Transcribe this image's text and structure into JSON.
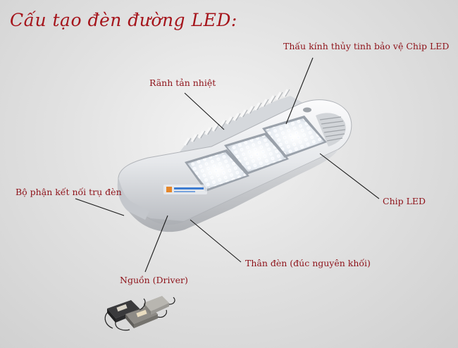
{
  "title": "Cấu tạo đèn đường LED:",
  "labels": {
    "lens": "Thấu kính thủy tinh bảo vệ Chip LED",
    "heat_sink": "Rãnh tản nhiệt",
    "pole_connector": "Bộ phận kết nối trụ đèn",
    "chip": "Chip LED",
    "body": "Thân đèn (đúc nguyên khối)",
    "driver": "Nguồn (Driver)"
  },
  "colors": {
    "label_text": "#8e1219",
    "title_text": "#a5141b",
    "leader_line": "#1a1a1a",
    "housing": "#e7e9ec",
    "led_glow": "#ffffff"
  }
}
